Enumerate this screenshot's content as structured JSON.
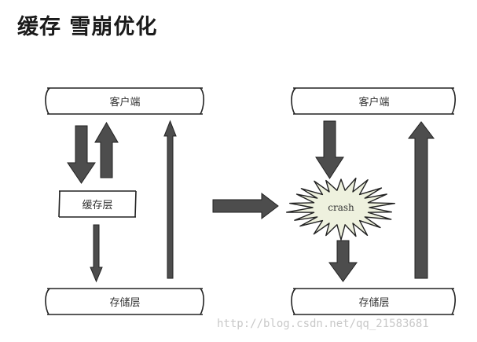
{
  "title": "缓存 雪崩优化",
  "left": {
    "client_label": "客户端",
    "cache_label": "缓存层",
    "storage_label": "存储层"
  },
  "right": {
    "client_label": "客户端",
    "crash_label": "crash",
    "storage_label": "存储层"
  },
  "watermark": "http://blog.csdn.net/qq_21583681",
  "colors": {
    "arrow_fill": "#4d4d4d",
    "box_stroke": "#222222",
    "starburst_fill": "#eef1de"
  }
}
